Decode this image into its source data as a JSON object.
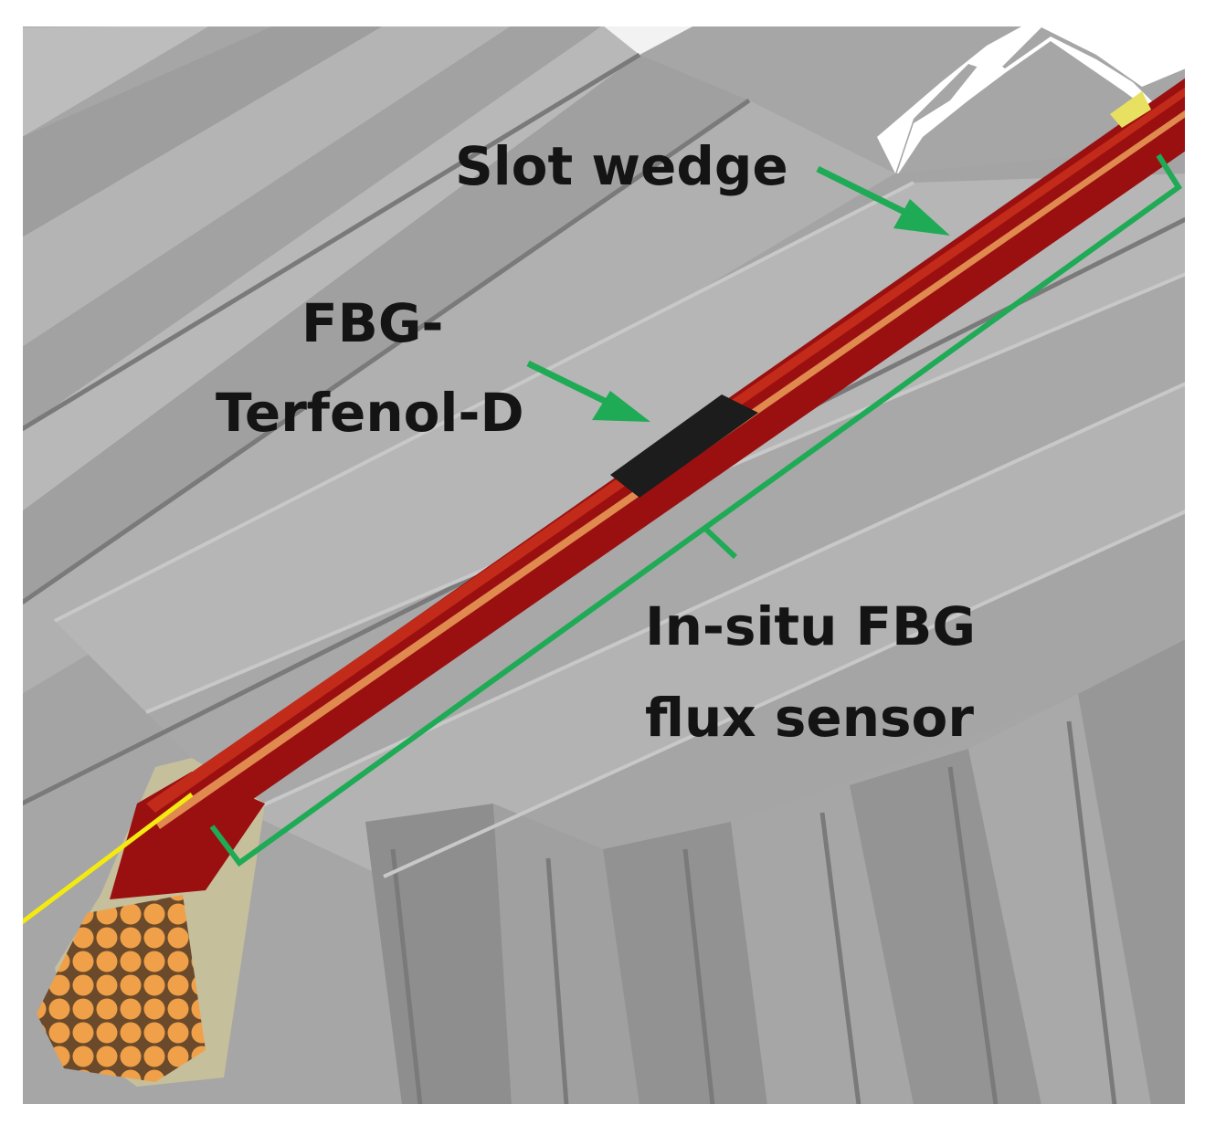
{
  "labels": {
    "slot_wedge": "Slot wedge",
    "fbg_line1": "FBG-",
    "fbg_line2": "Terfenol-D",
    "sensor_line1": "In-situ FBG",
    "sensor_line2": "flux sensor"
  },
  "colors": {
    "background": "#ffffff",
    "stator_gray": "#a9a9a9",
    "wedge_red": "#9a1010",
    "terfenol_black": "#1c1c1c",
    "fiber_yellow": "#f4ea10",
    "copper_orange": "#f0a048",
    "callout_green": "#1faa55",
    "text": "#141414"
  }
}
